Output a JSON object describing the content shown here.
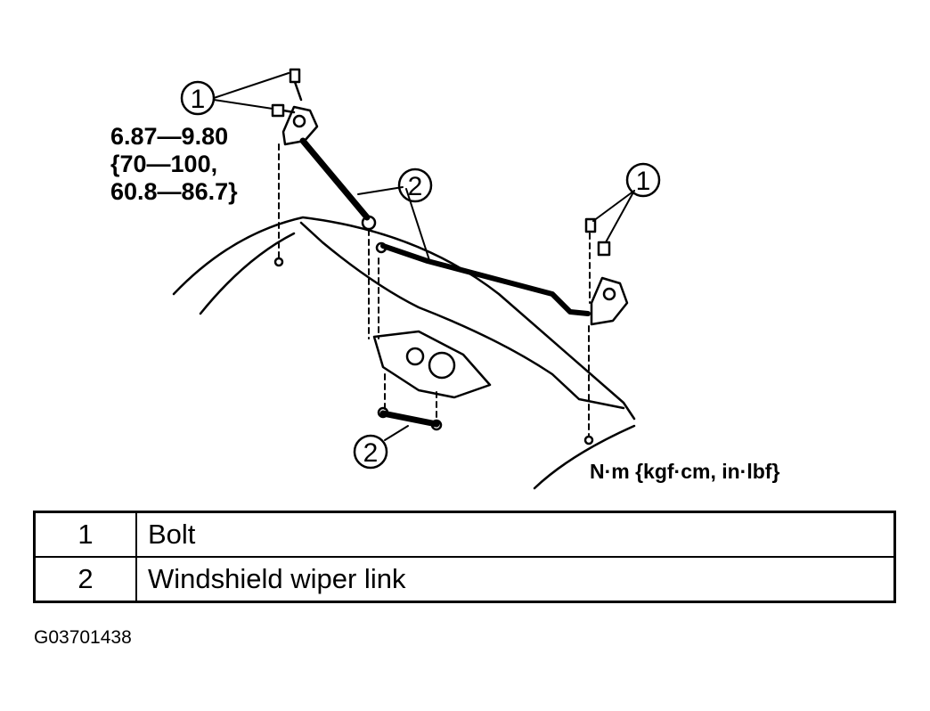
{
  "callouts": {
    "bolt_left": "1",
    "link_upper": "2",
    "bolt_right": "1",
    "link_lower": "2"
  },
  "torque_spec": "6.87—9.80\n{70—100,\n60.8—86.7}",
  "unit_label": "N·m {kgf·cm, in·lbf}",
  "legend": {
    "rows": [
      {
        "number": "1",
        "description": "Bolt"
      },
      {
        "number": "2",
        "description": "Windshield wiper link"
      }
    ]
  },
  "figure_id": "G03701438"
}
